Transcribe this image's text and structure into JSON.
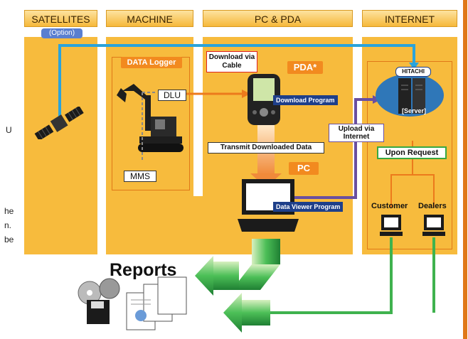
{
  "headers": {
    "satellites": "SATELLITES",
    "option": "(Option)",
    "machine": "MACHINE",
    "pc_pda": "PC & PDA",
    "internet": "INTERNET"
  },
  "machine": {
    "data_logger": "DATA Logger",
    "dlu": "DLU",
    "mms": "MMS"
  },
  "pc_pda": {
    "download_via_cable": "Download via Cable",
    "pda": "PDA*",
    "download_program": "Download Program",
    "transmit": "Transmit Downloaded Data",
    "pc": "PC",
    "data_viewer_program": "Data Viewer Program",
    "upload_via_internet": "Upload via Internet"
  },
  "internet": {
    "brand": "HITACHI",
    "server": "[Server]",
    "upon_request": "Upon Request",
    "customer": "Customer",
    "dealers": "Dealers"
  },
  "reports": "Reports",
  "side_text": {
    "u": "U",
    "he": "he",
    "n": "n.",
    "be": "be"
  },
  "colors": {
    "panel": "#f7bb3d",
    "orange_label": "#f28a1f",
    "cyan_line": "#2aa3db",
    "green_line": "#3fb24e",
    "purple_line": "#6a4fa0",
    "navy_label": "#1e3f8a",
    "divider": "#e07818"
  }
}
